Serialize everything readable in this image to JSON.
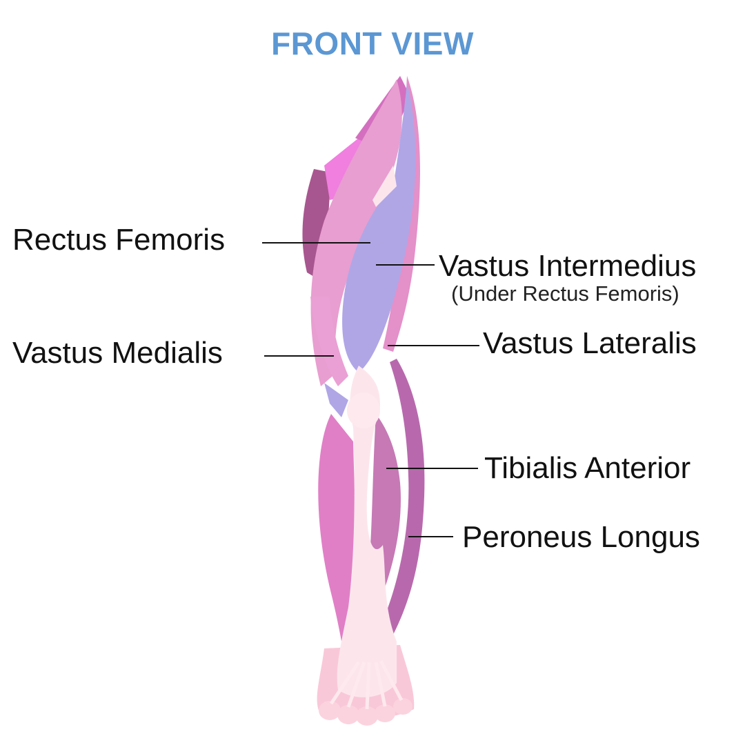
{
  "title": "FRONT VIEW",
  "labels": {
    "rectus_femoris": "Rectus Femoris",
    "vastus_intermedius": "Vastus Intermedius",
    "vastus_intermedius_note": "(Under Rectus Femoris)",
    "vastus_medialis": "Vastus Medialis",
    "vastus_lateralis": "Vastus Lateralis",
    "tibialis_anterior": "Tibialis Anterior",
    "peroneus_longus": "Peroneus Longus"
  },
  "colors": {
    "title": "#5b97d3",
    "label_text": "#111111",
    "leader_line": "#111111",
    "muscle_pink": "#e07fc6",
    "muscle_light_pink": "#eaa0d4",
    "muscle_dark": "#a8568f",
    "muscle_magenta": "#f07fe0",
    "muscle_lavender": "#b0a6e6",
    "muscle_mauve": "#c679b5",
    "tendon": "#fce6ec"
  }
}
